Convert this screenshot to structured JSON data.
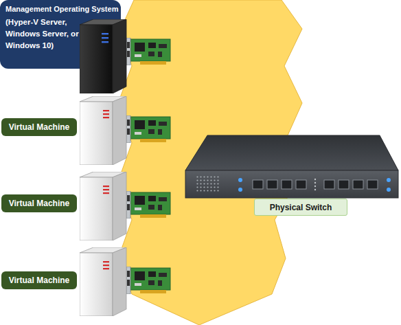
{
  "diagram": {
    "nodes": [
      {
        "text": [
          "Management Operating System",
          "(Hyper-V Server, Windows Server, or Windows 10)"
        ]
      },
      {
        "text": [
          "Virtual Machine"
        ]
      },
      {
        "text": [
          "Virtual Machine"
        ]
      },
      {
        "text": [
          "Virtual Machine"
        ]
      },
      {
        "text": [
          "Physical Switch"
        ]
      }
    ]
  }
}
